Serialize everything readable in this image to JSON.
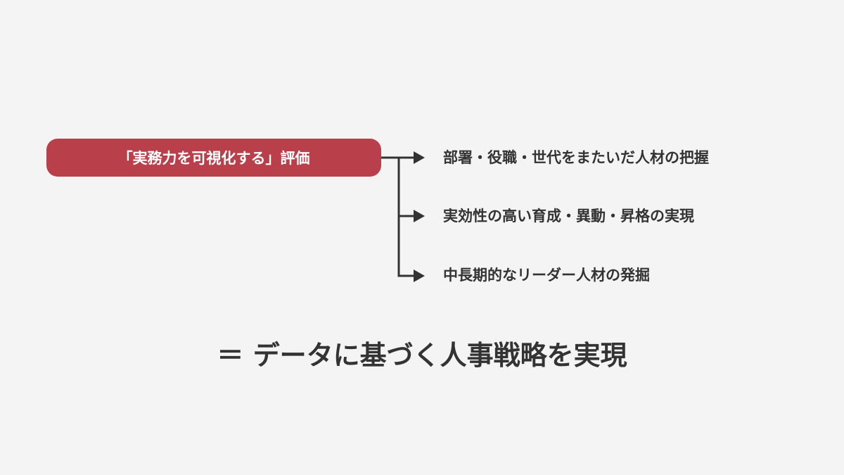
{
  "source": {
    "label": "「実務力を可視化する」評価"
  },
  "outcomes": [
    {
      "label": "部署・役職・世代をまたいだ人材の把握"
    },
    {
      "label": "実効性の高い育成・異動・昇格の実現"
    },
    {
      "label": "中長期的なリーダー人材の発掘"
    }
  ],
  "summary": "＝ データに基づく人事戦略を実現",
  "colors": {
    "accent": "#b9404a",
    "text": "#333333",
    "background": "#f4f4f4"
  }
}
